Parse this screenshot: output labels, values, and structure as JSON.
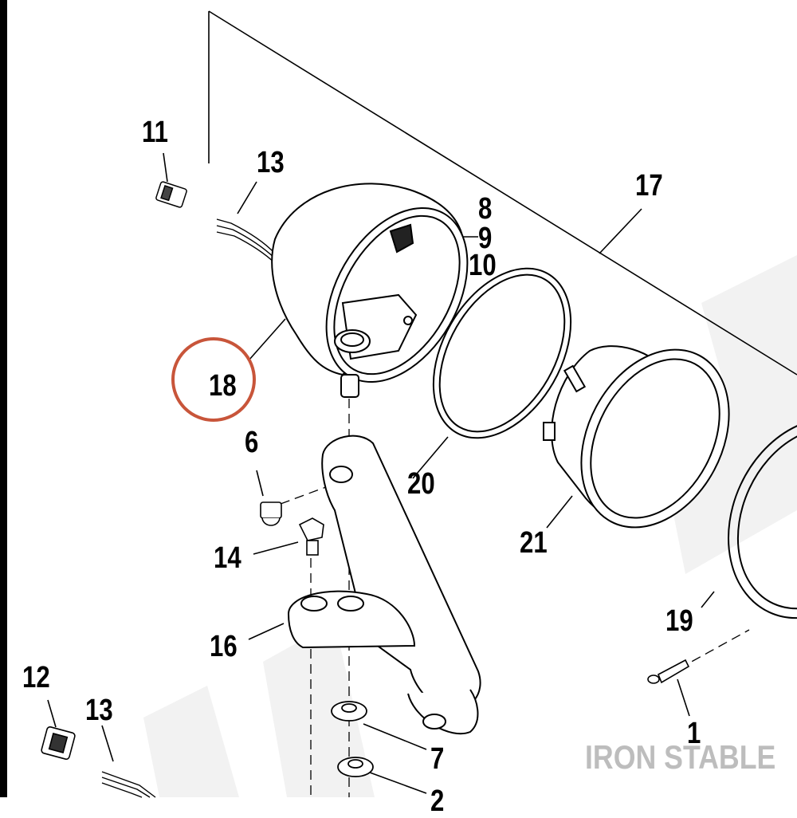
{
  "diagram": {
    "callouts": {
      "c1": "1",
      "c6": "6",
      "c7": "7",
      "c8": "8",
      "c9": "9",
      "c10": "10",
      "c11": "11",
      "c12": "12",
      "c13a": "13",
      "c13b": "13",
      "c14": "14",
      "c16": "16",
      "c17": "17",
      "c18": "18",
      "c19": "19",
      "c20": "20",
      "c21": "21",
      "c2": "2"
    },
    "highlight": {
      "part": "18",
      "color": "#c8553a"
    },
    "watermark": {
      "brand": "IRON STABLE",
      "color": "#bdbdbd"
    }
  }
}
